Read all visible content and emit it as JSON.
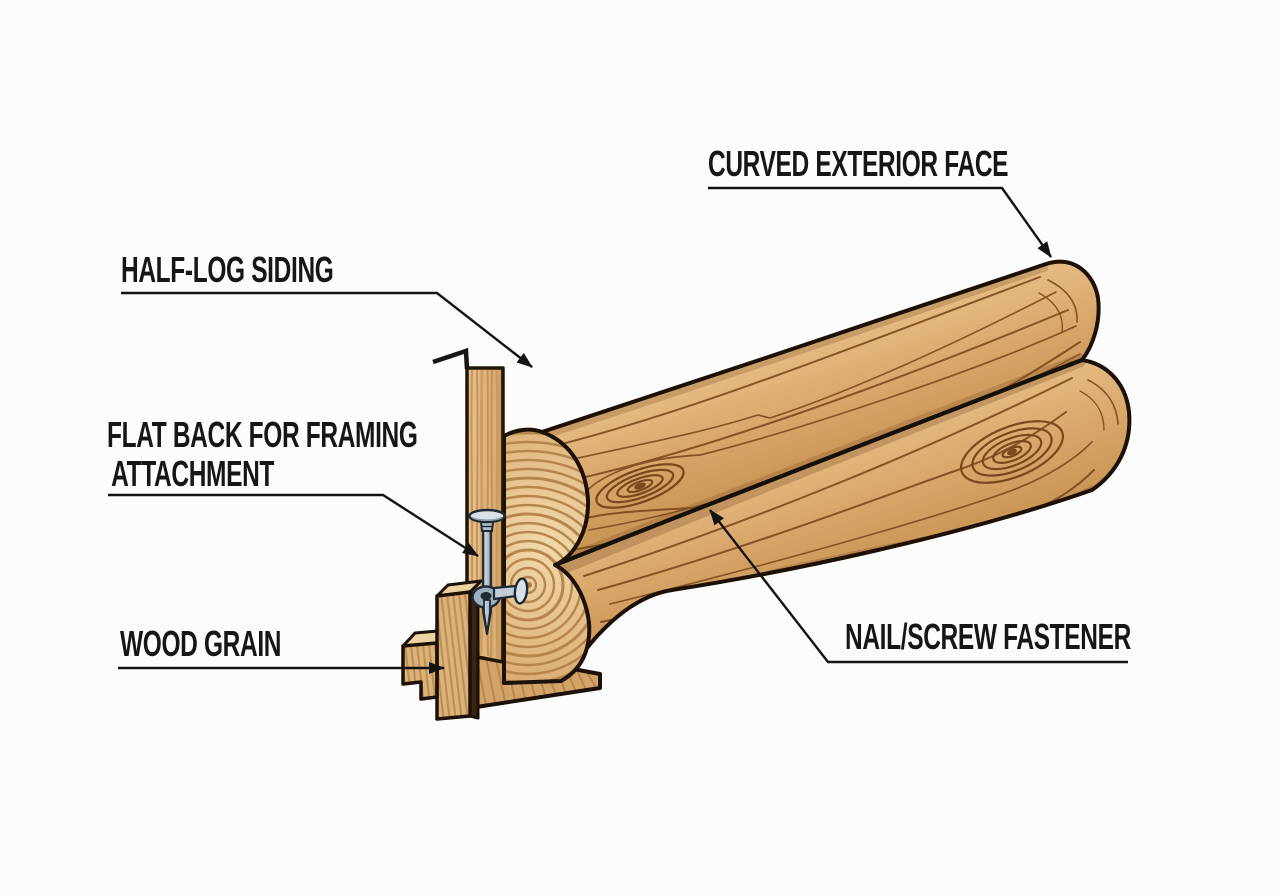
{
  "diagram": {
    "background": "#fcfcfc",
    "palette": {
      "wood_light": "#eac68f",
      "wood_mid": "#d8a66a",
      "wood_dark": "#a06d33",
      "grain_line": "#7d4a1d",
      "end_grain_ring": "#b3834a",
      "outline": "#1d1007",
      "steel": "#c3cdd6",
      "label_text": "#161616",
      "leader_line": "#141414"
    },
    "labels": {
      "curved_exterior_face": {
        "text": "CURVED EXTERIOR FACE"
      },
      "half_log_siding": {
        "text": "HALF-LOG SIDING"
      },
      "flat_back": {
        "line1": "FLAT BACK FOR FRAMING",
        "line2": "ATTACHMENT"
      },
      "wood_grain": {
        "text": "WOOD GRAIN"
      },
      "nail_screw_fastener": {
        "text": "NAIL/SCREW FASTENER"
      }
    }
  }
}
